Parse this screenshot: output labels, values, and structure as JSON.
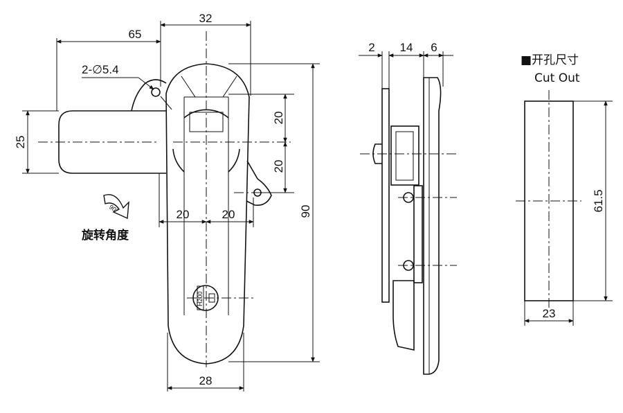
{
  "front_view": {
    "dims": {
      "overall_width": "65",
      "body_width": "32",
      "hole_spec": "2-∅5.4",
      "arm_height": "25",
      "upper_spacing": "20",
      "lower_spacing": "20",
      "half_width_left": "20",
      "half_width_right": "20",
      "overall_height": "90",
      "bottom_width": "28"
    },
    "key_label": "H200",
    "rotation_angle": "90°",
    "rotation_label": "旋转角度"
  },
  "side_view": {
    "dims": {
      "plate": "2",
      "body": "14",
      "handle": "6"
    }
  },
  "cutout_view": {
    "title_cn": "■开孔尺寸",
    "title_en": "Cut Out",
    "height": "61.5",
    "width": "23"
  }
}
